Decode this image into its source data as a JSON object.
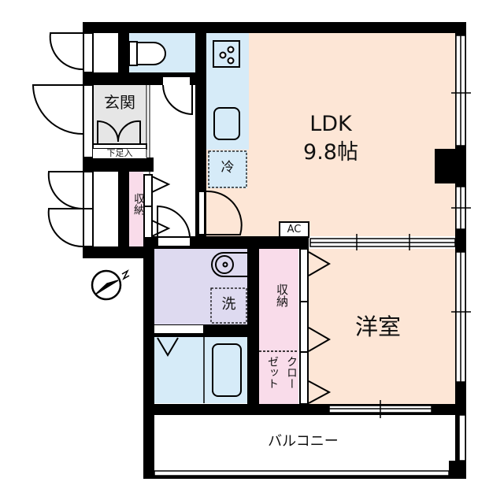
{
  "floor_plan": {
    "colors": {
      "wall": "#000000",
      "ldk_floor": "#fde6d6",
      "western_room_floor": "#fde6d6",
      "wet_area": "#d6ebf8",
      "washroom": "#dedaf0",
      "storage": "#f9dcea",
      "entrance": "#e6e6e6",
      "balcony": "#ffffff"
    },
    "rooms": {
      "ldk": {
        "name": "LDK",
        "size": "9.8帖"
      },
      "western_room": {
        "name": "洋室"
      },
      "entrance": {
        "name": "玄関",
        "shoe_box": "下足入"
      },
      "hall_storage": {
        "name": "収納"
      },
      "closet_storage": {
        "name": "収納"
      },
      "closet": {
        "name": "クローゼット",
        "line1": "クロー",
        "line2": "ゼット"
      },
      "balcony": {
        "name": "バルコニー"
      }
    },
    "fixtures": {
      "refrigerator": "冷",
      "washing_machine": "洗",
      "air_conditioner": "AC"
    },
    "compass": {
      "label": "N"
    }
  }
}
